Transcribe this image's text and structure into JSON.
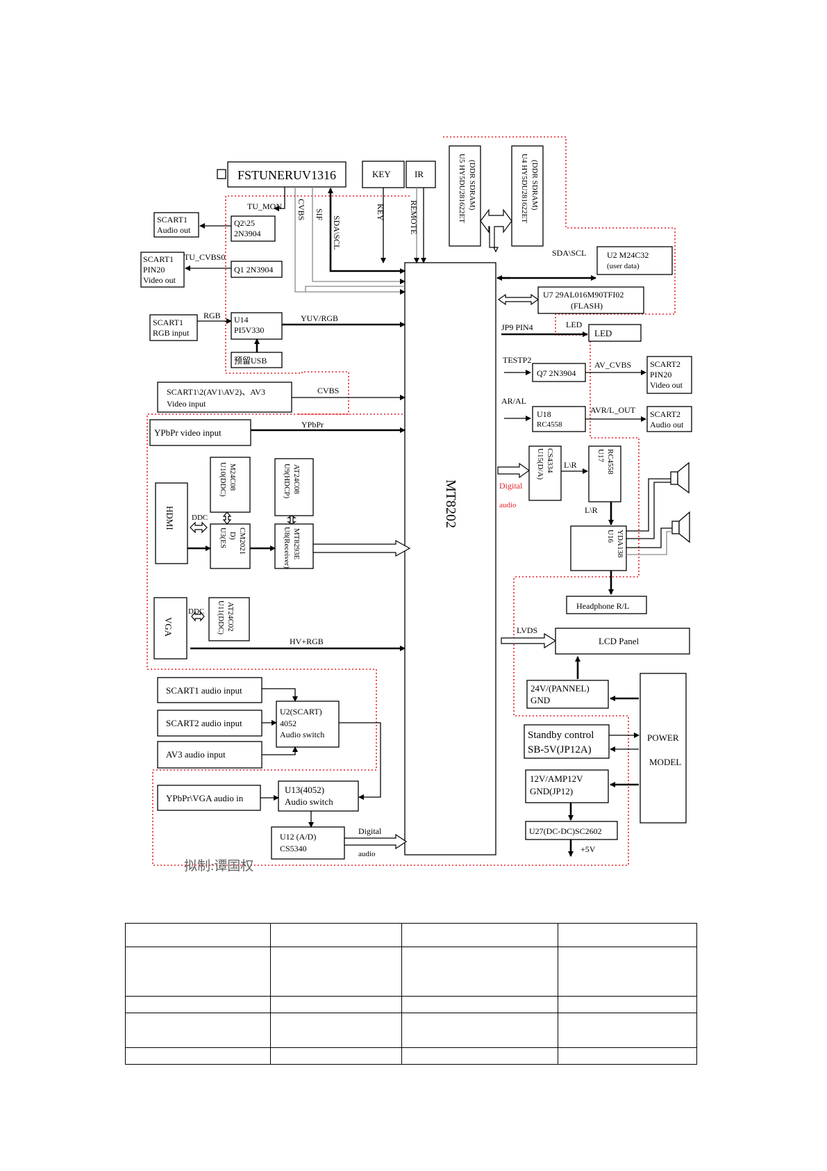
{
  "blocks": {
    "tuner": "FSTUNERUV1316",
    "key": "KEY",
    "ir": "IR",
    "u5": [
      "U5  HY5DU281622ET",
      "(DDR SDRAM)"
    ],
    "u4": [
      "U4  HY5DU281622ET",
      "(DDR SDRAM)"
    ],
    "u2_eeprom": [
      "U2 M24C32",
      "(user data)"
    ],
    "u7_flash": [
      "U7 29AL016M90TFI02",
      "(FLASH)"
    ],
    "led": "LED",
    "q7": "Q7 2N3904",
    "scart2_video_out": [
      "SCART2",
      "PIN20",
      "Video out"
    ],
    "u18": [
      "U18",
      "RC4558"
    ],
    "scart2_audio_out": [
      "SCART2",
      "Audio out"
    ],
    "u15": [
      "U15(D/A)",
      "CS4334"
    ],
    "u17": [
      "U17",
      "RC4558"
    ],
    "u16": [
      "U16",
      "YDA138"
    ],
    "headphone": "Headphone R/L",
    "lcd_panel": "LCD Panel",
    "pwr_24v": [
      "24V/(PANNEL)",
      "GND"
    ],
    "standby": [
      "Standby control",
      "SB-5V(JP12A)"
    ],
    "pwr_12v": [
      "12V/AMP12V",
      "GND(JP12)"
    ],
    "u27": "U27(DC-DC)SC2602",
    "power_model": [
      "POWER",
      "MODEL"
    ],
    "main_ic": "MT8202",
    "scart1_audio_out": [
      "SCART1",
      "Audio out"
    ],
    "q2": [
      "Q2\\25",
      "2N3904"
    ],
    "scart1_video_out": [
      "SCART1",
      "PIN20",
      "Video out"
    ],
    "q1": "Q1 2N3904",
    "scart1_rgb_in": [
      "SCART1",
      "RGB input"
    ],
    "u14": [
      "U14",
      "PI5V330"
    ],
    "reserved_usb": "预留USB",
    "scart_video_in": [
      "SCART1\\2(AV1\\AV2)、AV3",
      "Video input"
    ],
    "ypbpr_in": "YPbPr video input",
    "hdmi": "HDMI",
    "u10": [
      "U10(DDC)",
      "M24C08"
    ],
    "u9": [
      "U9(HDCP)",
      "AT24C08"
    ],
    "u3": [
      "U3(ES",
      "D)",
      "CM2021"
    ],
    "u8": [
      "U8(Receiver)",
      "MT8293E"
    ],
    "vga": "VGA",
    "u11": [
      "U11(DDC)",
      "AT24C02"
    ],
    "scart1_audio_in": "SCART1 audio input",
    "scart2_audio_in": "SCART2 audio input",
    "av3_audio_in": "AV3 audio input",
    "u2_switch": [
      "U2(SCART)",
      "4052",
      "Audio switch"
    ],
    "ypbpr_vga_audio_in": "YPbPr\\VGA audio in",
    "u13": [
      "U13(4052)",
      "Audio switch"
    ],
    "u12": [
      "U12 (A/D)",
      "CS5340"
    ]
  },
  "signals": {
    "tu_mon": "TU_MON",
    "cvbs": "CVBS",
    "sif": "SIF",
    "sda_scl_tuner": "SDA\\SCL",
    "key": "KEY",
    "remote": "REMOTE",
    "tu_cvbs0": "TU_CVBS0",
    "rgb": "RGB",
    "yuv_rgb": "YUV/RGB",
    "sda_scl": "SDA\\SCL",
    "jp9": "JP9 PIN4",
    "led": "LED",
    "testp2": "TESTP2",
    "av_cvbs": "AV_CVBS",
    "ar_al": "AR/AL",
    "avr_l_out": "AVR/L_OUT",
    "cvbs_in": "CVBS",
    "ypbpr": "YPbPr",
    "digital_red": "Digital",
    "audio_red": "audio",
    "lr1": "L\\R",
    "lr2": "L\\R",
    "ddc_hdmi": "DDC",
    "ddc_vga": "DDC",
    "hv_rgb": "HV+RGB",
    "lvds": "LVDS",
    "digital": "Digital",
    "audio": "audio",
    "plus5v": "+5V"
  },
  "signature": "拟制:谭国权",
  "table": {
    "rows": [
      [
        "",
        "",
        "",
        ""
      ],
      [
        "",
        "",
        "",
        ""
      ],
      [
        "",
        "",
        "",
        ""
      ],
      [
        "",
        "",
        "",
        ""
      ],
      [
        "",
        "",
        "",
        ""
      ]
    ]
  }
}
